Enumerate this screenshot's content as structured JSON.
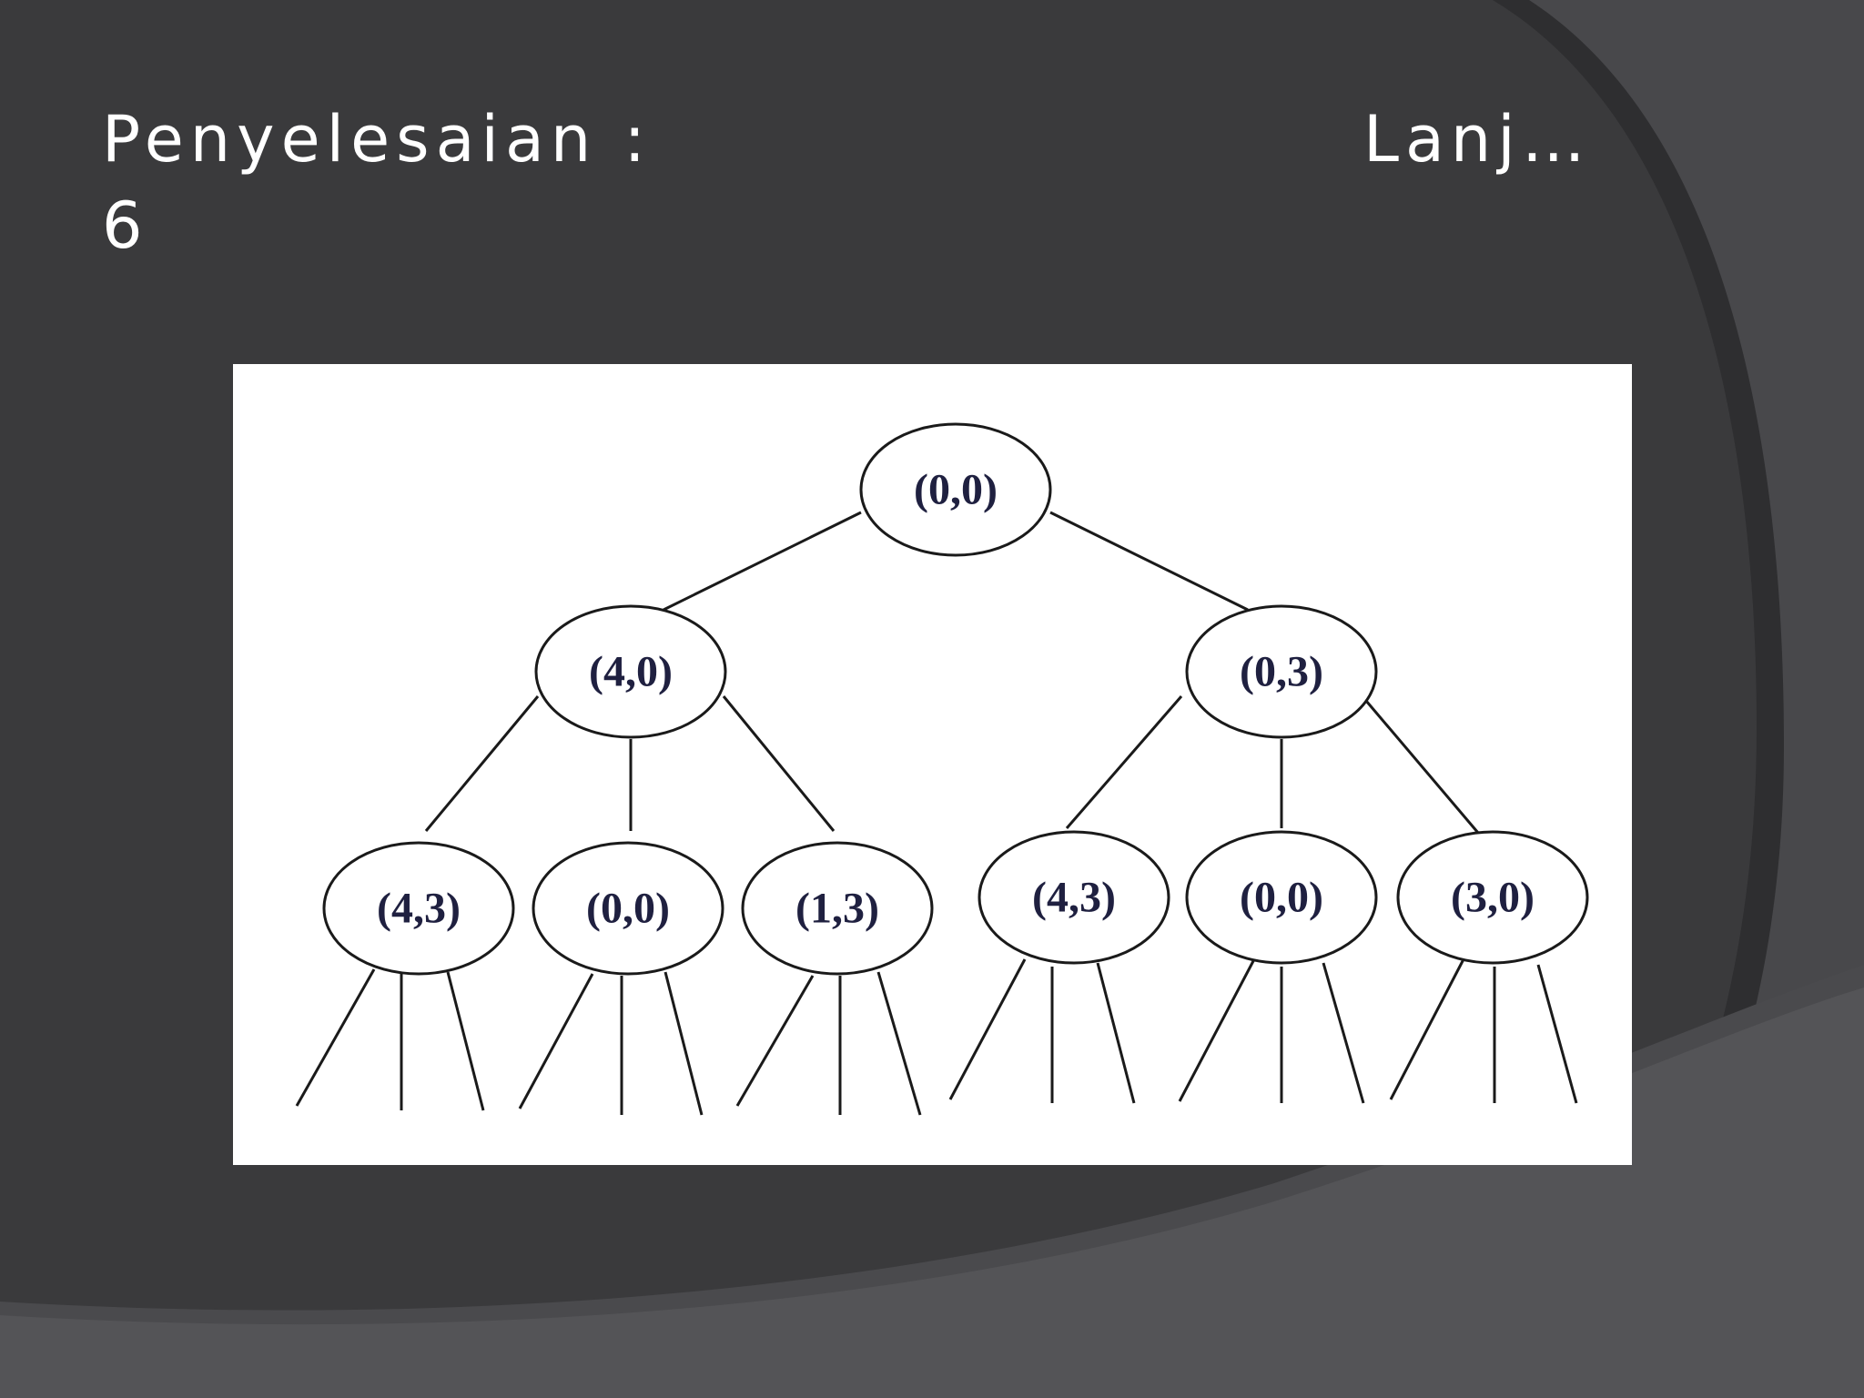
{
  "slide": {
    "title_left": "Penyelesaian :",
    "title_right": "Lanj…",
    "title_line2": "6"
  },
  "colors": {
    "background": "#3a3a3c",
    "arc_light": "#525255",
    "arc_dark": "#2c2c2e",
    "panel": "#ffffff",
    "text": "#ffffff",
    "node_stroke": "#1a1a1a",
    "node_text": "#1f2040"
  },
  "tree": {
    "root": {
      "label": "(0,0)"
    },
    "level1": [
      {
        "label": "(4,0)"
      },
      {
        "label": "(0,3)"
      }
    ],
    "level2": [
      {
        "label": "(4,3)",
        "parent": 0
      },
      {
        "label": "(0,0)",
        "parent": 0
      },
      {
        "label": "(1,3)",
        "parent": 0
      },
      {
        "label": "(4,3)",
        "parent": 1
      },
      {
        "label": "(0,0)",
        "parent": 1
      },
      {
        "label": "(3,0)",
        "parent": 1
      }
    ]
  }
}
